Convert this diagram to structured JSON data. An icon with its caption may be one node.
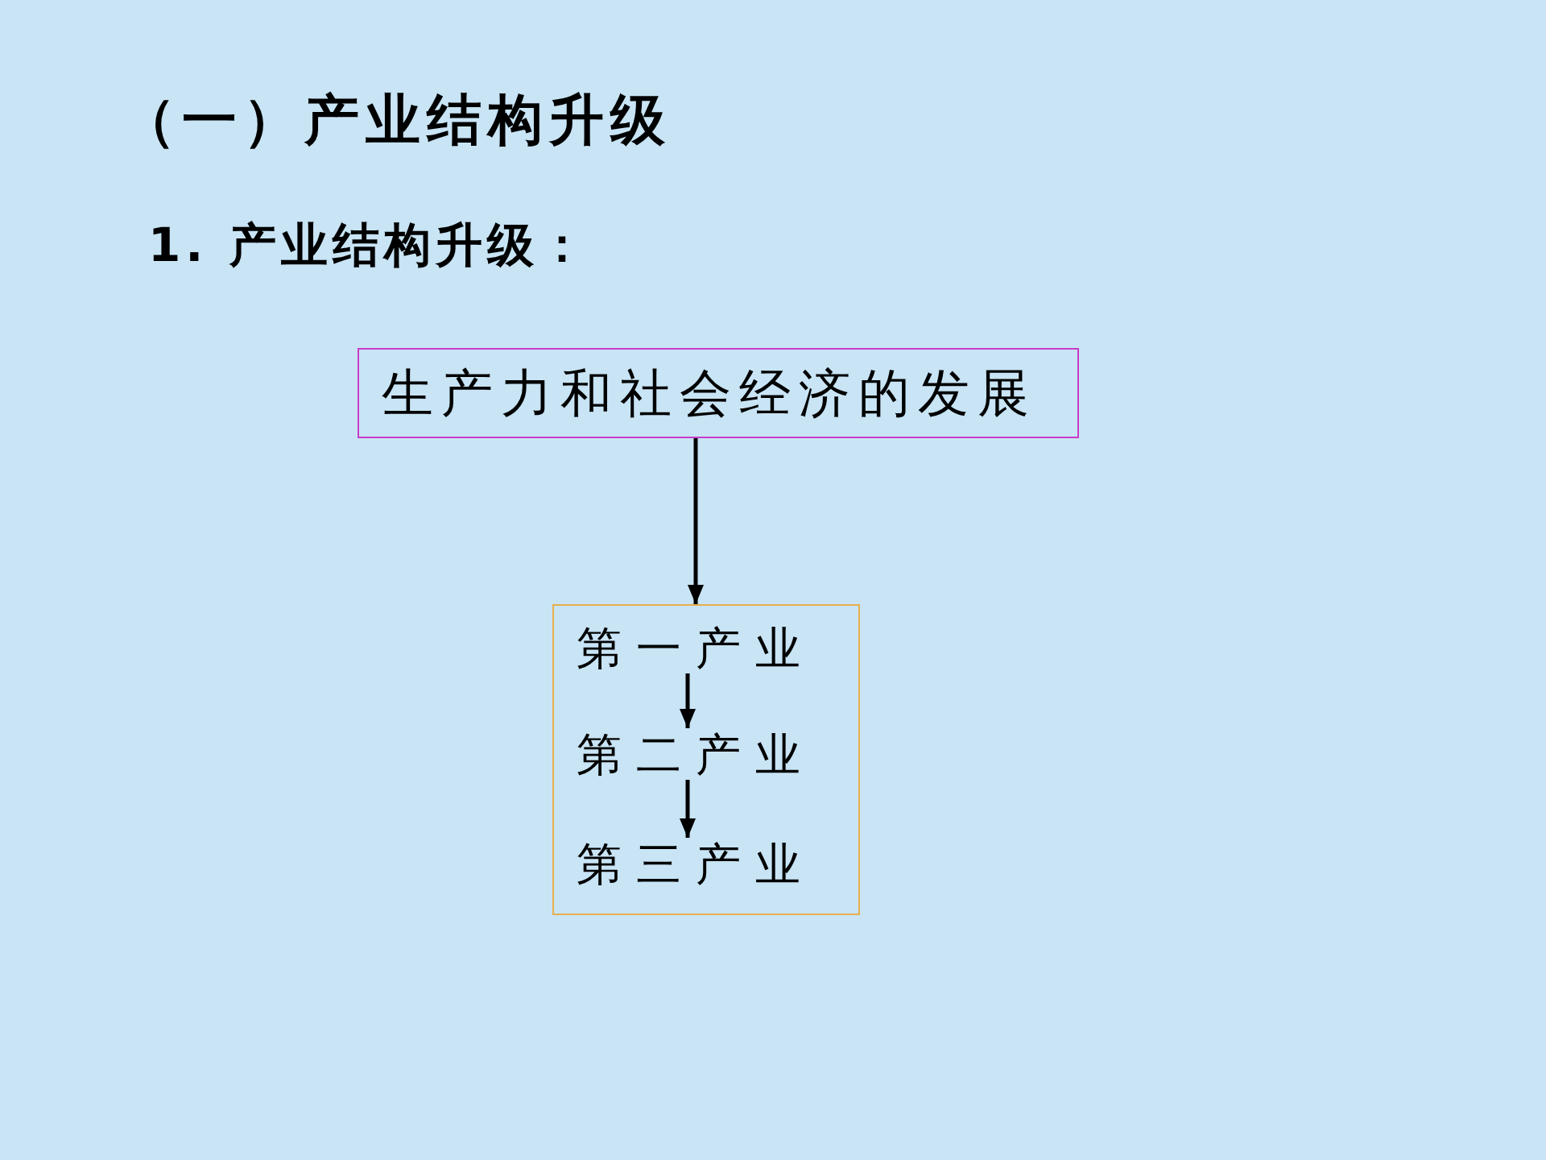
{
  "diagram": {
    "title": "（一）产业结构升级",
    "nodes": [
      {
        "text": [
          "生产力和社会经济的发展"
        ]
      },
      {
        "text": [],
        "shape": "box"
      },
      {
        "text": [
          "第一产业"
        ],
        "in": 1
      },
      {
        "text": [
          "第二产业"
        ],
        "in": 1
      },
      {
        "text": [
          "第三产业"
        ],
        "in": 1
      }
    ],
    "edges": [
      {
        "from": 0,
        "to": 1,
        "arrow": "to"
      },
      {
        "from": 2,
        "to": 3,
        "arrow": "to"
      },
      {
        "from": 3,
        "to": 4,
        "arrow": "to"
      }
    ],
    "labels": [
      "1. 产业结构升级："
    ]
  }
}
